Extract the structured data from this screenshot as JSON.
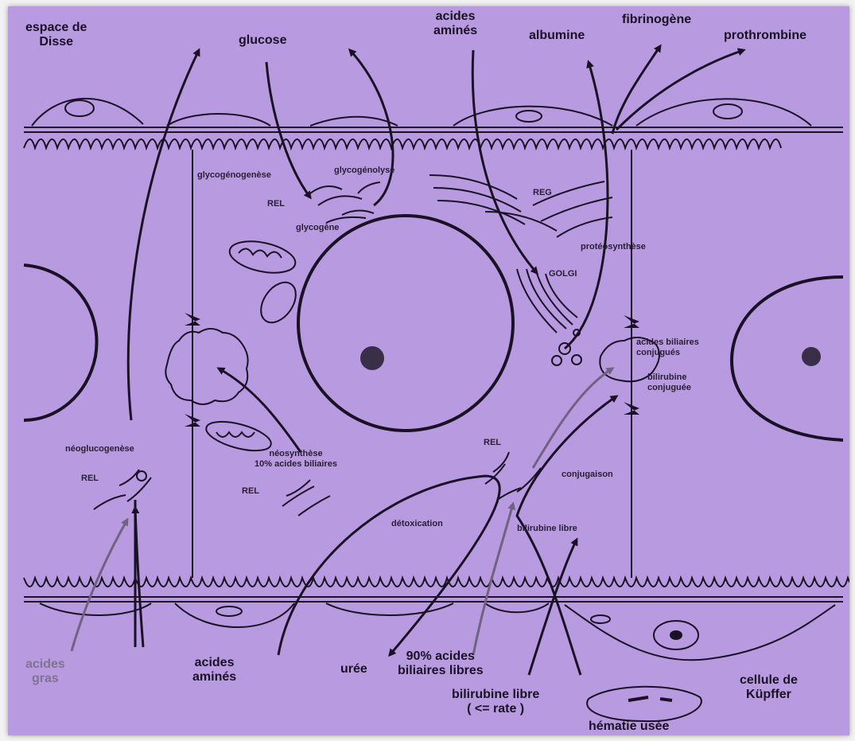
{
  "colors": {
    "background": "#b79ae0",
    "ink": "#1a1224",
    "grey_ink": "#7f7390"
  },
  "labels": {
    "espace_disse": "espace de\nDisse",
    "glucose": "glucose",
    "acides_amines_top": "acides\naminés",
    "albumine": "albumine",
    "fibrinogene": "fibrinogène",
    "prothrombine": "prothrombine",
    "glycogenogenese": "glycogénogenèse",
    "glycogenolyse": "glycogénolyse",
    "rel_glycogen": "REL",
    "glycogene": "glycogène",
    "reg": "REG",
    "proteosynthese": "protéosynthèse",
    "golgi": "GOLGI",
    "acides_biliaires_conjugues": "acides biliaires\nconjugués",
    "bilirubine_conjuguee": "bilirubine\nconjuguée",
    "neoglucogenese": "néoglucogenèse",
    "rel_left": "REL",
    "neosynthese": "néosynthèse\n10% acides biliaires",
    "rel_mid": "REL",
    "rel_right": "REL",
    "conjugaison": "conjugaison",
    "detoxication": "détoxication",
    "bilirubine_libre_mid": "bilirubine libre",
    "acides_gras": "acides\ngras",
    "acides_amines_bottom": "acides\naminés",
    "uree": "urée",
    "acides_biliaires_libres": "90% acides\nbiliaires libres",
    "bilirubine_libre_rate": "bilirubine libre\n( <= rate )",
    "hematie_usee": "hématie  usée",
    "cellule_kupffer": "cellule de\nKüpffer"
  }
}
